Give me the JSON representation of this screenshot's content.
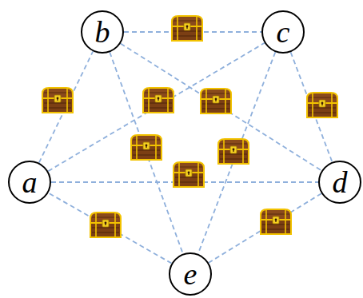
{
  "diagram": {
    "nodes": [
      {
        "text": [
          "b"
        ]
      },
      {
        "text": [
          "c"
        ]
      },
      {
        "text": [
          "a"
        ]
      },
      {
        "text": [
          "d"
        ]
      },
      {
        "text": [
          "e"
        ]
      }
    ],
    "edges": [
      {
        "from": 0,
        "to": 1,
        "arrow": "none"
      },
      {
        "from": 2,
        "to": 0,
        "arrow": "none"
      },
      {
        "from": 1,
        "to": 3,
        "arrow": "none"
      },
      {
        "from": 3,
        "to": 4,
        "arrow": "none"
      },
      {
        "from": 4,
        "to": 2,
        "arrow": "none"
      },
      {
        "from": 2,
        "to": 1,
        "arrow": "none"
      },
      {
        "from": 2,
        "to": 3,
        "arrow": "none"
      },
      {
        "from": 0,
        "to": 3,
        "arrow": "none"
      },
      {
        "from": 0,
        "to": 4,
        "arrow": "none"
      },
      {
        "from": 1,
        "to": 4,
        "arrow": "none"
      }
    ]
  }
}
